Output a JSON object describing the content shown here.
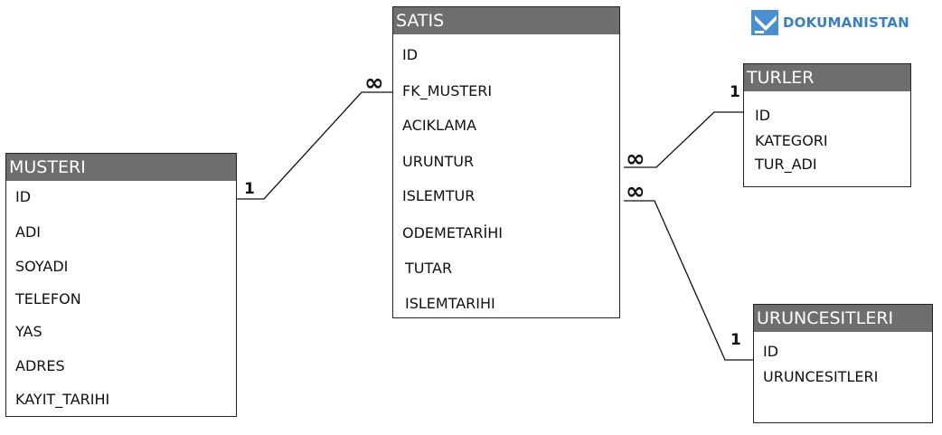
{
  "logo": {
    "text": "DOKUMANISTAN",
    "icon": "dokumanistan-logo-icon",
    "color": "#3a7fc2"
  },
  "header_color": "#6e6e6e",
  "tables": {
    "satis": {
      "title": "SATIS",
      "fields": [
        "ID",
        "FK_MUSTERI",
        "ACIKLAMA",
        "URUNTUR",
        "ISLEMTUR",
        "ODEMETARİHI",
        "TUTAR",
        "ISLEMTARIHI"
      ]
    },
    "musteri": {
      "title": "MUSTERI",
      "fields": [
        "ID",
        "ADI",
        "SOYADI",
        "TELEFON",
        "YAS",
        "ADRES",
        "KAYIT_TARIHI"
      ]
    },
    "turler": {
      "title": "TURLER",
      "fields": [
        "ID",
        "KATEGORI",
        "TUR_ADI"
      ]
    },
    "uruncesitleri": {
      "title": "URUNCESITLERI",
      "fields": [
        "ID",
        "URUNCESITLERI"
      ]
    }
  },
  "relations": {
    "musteri_satis": {
      "one": "1",
      "many": "∞"
    },
    "satis_turler": {
      "one": "1",
      "many": "∞"
    },
    "satis_uruncesitleri": {
      "one": "1",
      "many": "∞"
    }
  }
}
